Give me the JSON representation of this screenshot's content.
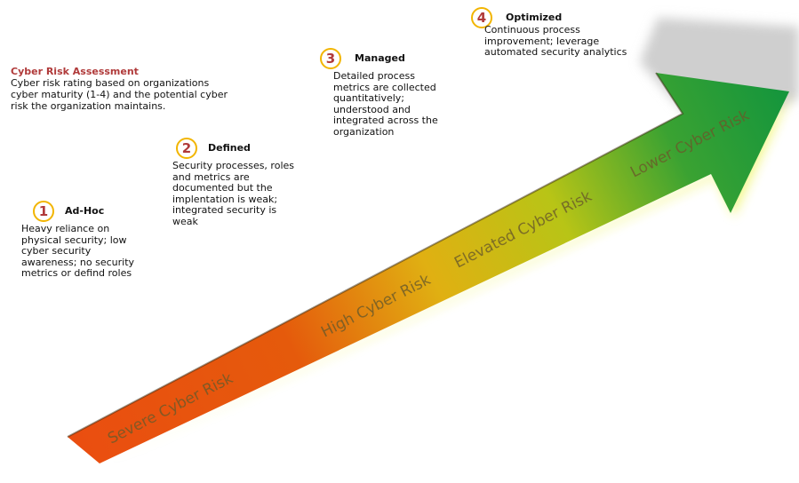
{
  "intro": {
    "title": "Cyber Risk Assessment",
    "text": "Cyber risk rating based on organizations cyber maturity (1-4) and the potential cyber risk the organization maintains."
  },
  "stages": [
    {
      "number": "1",
      "title": "Ad-Hoc",
      "description": "Heavy reliance on physical security; low cyber security awareness; no security metrics or defind roles"
    },
    {
      "number": "2",
      "title": "Defined",
      "description": "Security processes, roles and metrics are documented but the implentation is weak; integrated security is weak"
    },
    {
      "number": "3",
      "title": "Managed",
      "description": "Detailed process metrics are collected quantitatively; understood and integrated across the organization"
    },
    {
      "number": "4",
      "title": "Optimized",
      "description": "Continuous process improvement; leverage automated security analytics"
    }
  ],
  "arrow": {
    "labels": [
      "Severe Cyber Risk",
      "High Cyber Risk",
      "Elevated Cyber Risk",
      "Lower Cyber Risk"
    ],
    "colors": {
      "start": "#e8500f",
      "mid": "#e2c012",
      "end": "#17973a",
      "circle": "#f2b500",
      "accent": "#b03a3a"
    }
  }
}
